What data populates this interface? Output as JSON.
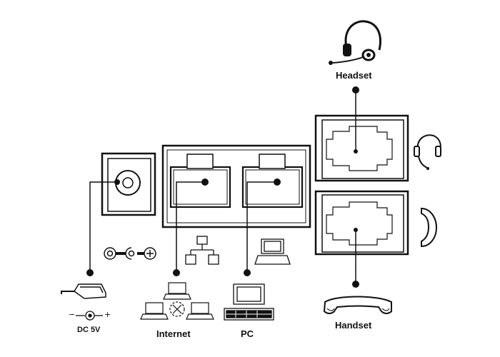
{
  "labels": {
    "headset": "Headset",
    "handset": "Handset",
    "internet": "Internet",
    "pc": "PC",
    "dc": "DC 5V",
    "dc_minus": "−",
    "dc_plus": "+"
  },
  "icons": {
    "headset_top": "headset-icon",
    "headset_side": "headset-icon",
    "handset_side": "handset-icon",
    "handset_bottom": "handset-icon",
    "power_adapter": "power-adapter-icon",
    "dc_symbol": "dc-polarity-icon",
    "network": "network-icon",
    "laptop": "laptop-icon",
    "desktop_pc": "desktop-pc-icon",
    "internet_network": "internet-network-icon"
  }
}
